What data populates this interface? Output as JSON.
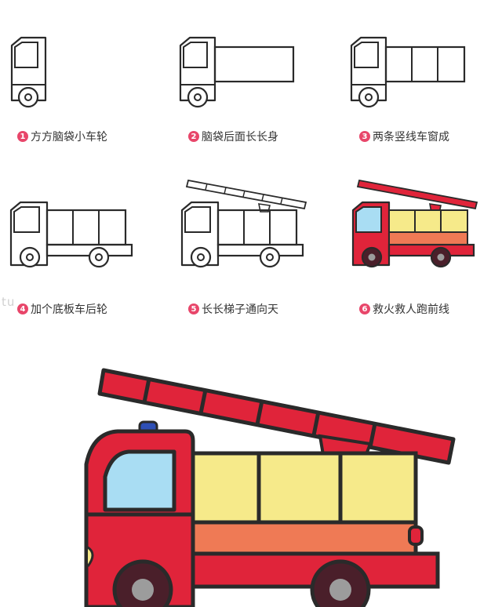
{
  "steps": [
    {
      "number": "1",
      "caption": "方方脑袋小车轮"
    },
    {
      "number": "2",
      "caption": "脑袋后面长长身"
    },
    {
      "number": "3",
      "caption": "两条竖线车窗成"
    },
    {
      "number": "4",
      "caption": "加个底板车后轮"
    },
    {
      "number": "5",
      "caption": "长长梯子通向天"
    },
    {
      "number": "6",
      "caption": "救火救人跑前线"
    }
  ],
  "watermark": "tu",
  "colors": {
    "number_badge": "#e8466a",
    "outline": "#2a2a2a",
    "red": "#e0243a",
    "yellow": "#f6ea8a",
    "orange": "#ef7a55",
    "window_blue": "#a9ddf3",
    "wheel_dark": "#4a1f2a",
    "hub_gray": "#9c9c9c",
    "beacon_blue": "#2e4fb5"
  }
}
